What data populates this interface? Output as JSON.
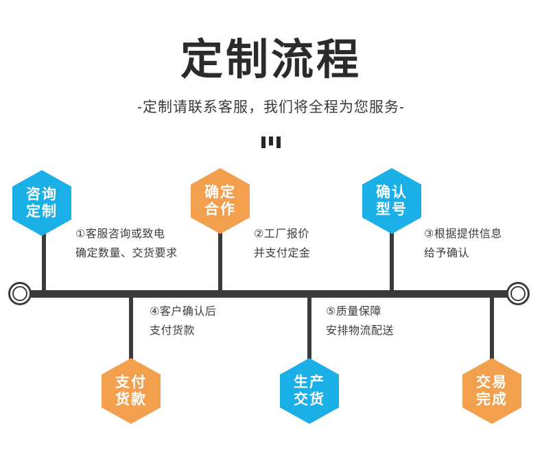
{
  "header": {
    "title": "定制流程",
    "subtitle": "-定制请联系客服，我们将全程为您服务-",
    "decoration_icon": "three-bars-icon"
  },
  "colors": {
    "blue": "#1BAFE8",
    "orange": "#F3A04E",
    "axis": "#3B3B3B",
    "text": "#3C3C3C",
    "title": "#2B2B2B",
    "background": "#FFFFFF"
  },
  "timeline": {
    "left_endpoint_icon": "double-ring-circle-icon",
    "right_endpoint_icon": "double-ring-circle-icon"
  },
  "nodes": [
    {
      "id": "consult-custom",
      "position": "top",
      "color": "blue",
      "line1": "咨询",
      "line2": "定制",
      "step_number": "①",
      "step_line1": "①客服咨询或致电",
      "step_line2": "确定数量、交货要求"
    },
    {
      "id": "confirm-cooperation",
      "position": "top",
      "color": "orange",
      "line1": "确定",
      "line2": "合作",
      "step_number": "②",
      "step_line1": "②工厂报价",
      "step_line2": "并支付定金"
    },
    {
      "id": "confirm-model",
      "position": "top",
      "color": "blue",
      "line1": "确认",
      "line2": "型号",
      "step_number": "③",
      "step_line1": "③根据提供信息",
      "step_line2": "给予确认"
    },
    {
      "id": "pay-balance",
      "position": "bottom",
      "color": "orange",
      "line1": "支付",
      "line2": "货款",
      "step_number": "④",
      "step_line1": "④客户确认后",
      "step_line2": "支付货款"
    },
    {
      "id": "produce-deliver",
      "position": "bottom",
      "color": "blue",
      "line1": "生产",
      "line2": "交货",
      "step_number": "⑤",
      "step_line1": "⑤质量保障",
      "step_line2": "安排物流配送"
    },
    {
      "id": "deal-complete",
      "position": "bottom",
      "color": "orange",
      "line1": "交易",
      "line2": "完成",
      "step_number": "",
      "step_line1": "",
      "step_line2": ""
    }
  ]
}
